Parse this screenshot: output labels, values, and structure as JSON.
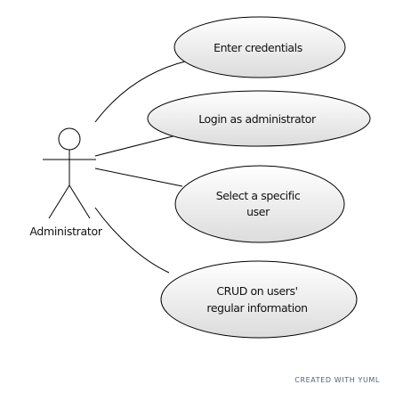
{
  "diagram": {
    "type": "use-case",
    "actor": {
      "name": "Administrator"
    },
    "use_cases": [
      {
        "lines": [
          "Enter credentials"
        ]
      },
      {
        "lines": [
          "Login as administrator"
        ]
      },
      {
        "lines": [
          "Select a specific",
          "user"
        ]
      },
      {
        "lines": [
          "CRUD on users'",
          "regular information"
        ]
      }
    ],
    "footer": "CREATED WITH YUML"
  }
}
